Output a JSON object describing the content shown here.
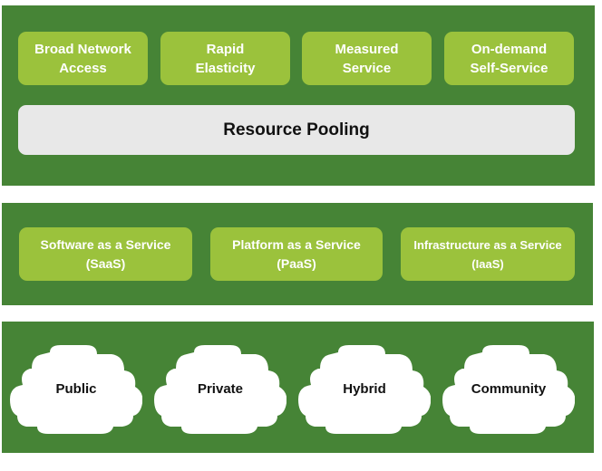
{
  "colors": {
    "panel_green": "#468436",
    "box_green": "#9bc23c",
    "pooling_gray": "#e8e8e8",
    "cloud_white": "#ffffff"
  },
  "characteristics": {
    "items": [
      {
        "line1": "Broad Network",
        "line2": "Access"
      },
      {
        "line1": "Rapid",
        "line2": "Elasticity"
      },
      {
        "line1": "Measured",
        "line2": "Service"
      },
      {
        "line1": "On-demand",
        "line2": "Self-Service"
      }
    ],
    "resource_pooling": "Resource Pooling"
  },
  "service_models": [
    {
      "line1": "Software as a Service",
      "line2": "(SaaS)"
    },
    {
      "line1": "Platform as a Service",
      "line2": "(PaaS)"
    },
    {
      "line1": "Infrastructure as a Service",
      "line2": "(IaaS)"
    }
  ],
  "deployment_models": [
    {
      "label": "Public",
      "icon": "cloud-icon"
    },
    {
      "label": "Private",
      "icon": "cloud-icon"
    },
    {
      "label": "Hybrid",
      "icon": "cloud-icon"
    },
    {
      "label": "Community",
      "icon": "cloud-icon"
    }
  ]
}
